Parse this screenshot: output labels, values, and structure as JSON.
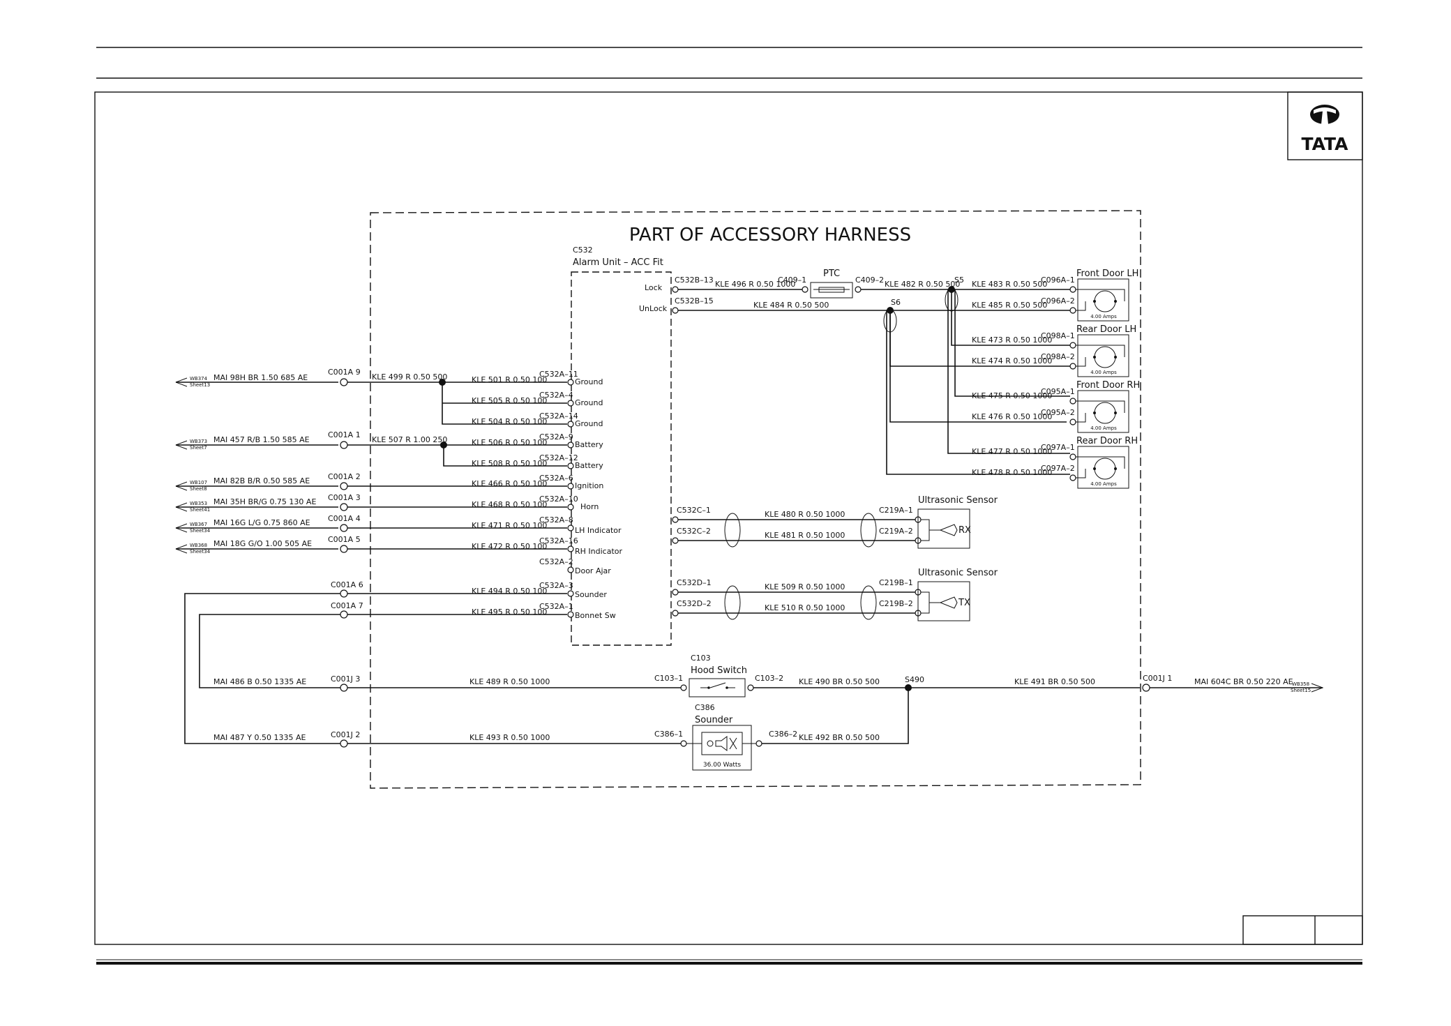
{
  "title": "PART OF ACCESSORY HARNESS",
  "logo": {
    "text": "TATA",
    "icon": "tata-logo-icon"
  },
  "alarm_unit": {
    "ref": "C532",
    "name": "Alarm Unit – ACC Fit"
  },
  "main_left_pins": [
    {
      "connector": "C001A 9",
      "wire": "MAI 98H BR 1.50 685 AE",
      "wb": "WB374",
      "sheet": "Sheet13"
    },
    {
      "connector": "C001A 1",
      "wire": "MAI 457 R/B 1.50 585 AE",
      "wb": "WB373",
      "sheet": "Sheet7"
    },
    {
      "connector": "C001A 2",
      "wire": "MAI 82B B/R 0.50 585 AE",
      "wb": "WB107",
      "sheet": "Sheet8"
    },
    {
      "connector": "C001A 3",
      "wire": "MAI 35H BR/G 0.75 130 AE",
      "wb": "WB353",
      "sheet": "Sheet41"
    },
    {
      "connector": "C001A 4",
      "wire": "MAI 16G L/G 0.75 860 AE",
      "wb": "WB367",
      "sheet": "Sheet34"
    },
    {
      "connector": "C001A 5",
      "wire": "MAI 18G G/O 1.00 505 AE",
      "wb": "WB368",
      "sheet": "Sheet34"
    }
  ],
  "feed_wires": {
    "ground": "KLE 499 R 0.50 500",
    "battery": "KLE 507 R 1.00 250"
  },
  "c001a_extra": [
    "C001A 6",
    "C001A 7"
  ],
  "alarm_pins": [
    {
      "wire": "KLE 501 R 0.50 100",
      "pin": "C532A–11",
      "label": "Ground"
    },
    {
      "wire": "KLE 505 R 0.50 100",
      "pin": "C532A–4",
      "label": "Ground"
    },
    {
      "wire": "KLE 504 R 0.50 100",
      "pin": "C532A–14",
      "label": "Ground"
    },
    {
      "wire": "KLE 506 R 0.50 100",
      "pin": "C532A–9",
      "label": "Battery"
    },
    {
      "wire": "KLE 508 R 0.50 100",
      "pin": "C532A–12",
      "label": "Battery"
    },
    {
      "wire": "KLE 466 R 0.50 100",
      "pin": "C532A–6",
      "label": "Ignition"
    },
    {
      "wire": "KLE 468 R 0.50 100",
      "pin": "C532A–10",
      "label": "Horn"
    },
    {
      "wire": "KLE 471 R 0.50 100",
      "pin": "C532A–8",
      "label": "LH Indicator"
    },
    {
      "wire": "KLE 472 R 0.50 100",
      "pin": "C532A–16",
      "label": "RH Indicator"
    },
    {
      "wire": "",
      "pin": "C532A–2",
      "label": "Door Ajar"
    },
    {
      "wire": "KLE 494 R 0.50 100",
      "pin": "C532A–3",
      "label": "Sounder"
    },
    {
      "wire": "KLE 495 R 0.50 100",
      "pin": "C532A–1",
      "label": "Bonnet Sw"
    }
  ],
  "lock": {
    "label": "Lock",
    "pin": "C532B–13",
    "wire": "KLE 496 R 0.50 1000"
  },
  "unlock": {
    "label": "UnLock",
    "pin": "C532B–15",
    "wire": "KLE 484 R 0.50 500"
  },
  "ptc": {
    "label": "PTC",
    "in": "C409–1",
    "out": "C409–2",
    "wire": "KLE 482 R 0.50 500"
  },
  "splices": {
    "s5": "S5",
    "s6": "S6",
    "s490": "S490"
  },
  "doors": [
    {
      "name": "Front Door LH",
      "pins": [
        "C096A–1",
        "C096A–2"
      ],
      "wires": [
        "KLE 483 R 0.50 500",
        "KLE 485 R 0.50 500"
      ],
      "rating": "4.00 Amps"
    },
    {
      "name": "Rear Door LH",
      "pins": [
        "C098A–1",
        "C098A–2"
      ],
      "wires": [
        "KLE 473 R 0.50 1000",
        "KLE 474 R 0.50 1000"
      ],
      "rating": "4.00 Amps"
    },
    {
      "name": "Front Door RH",
      "pins": [
        "C095A–1",
        "C095A–2"
      ],
      "wires": [
        "KLE 475 R 0.50 1000",
        "KLE 476 R 0.50 1000"
      ],
      "rating": "4.00 Amps"
    },
    {
      "name": "Rear Door RH",
      "pins": [
        "C097A–1",
        "C097A–2"
      ],
      "wires": [
        "KLE 477 R 0.50 1000",
        "KLE 478 R 0.50 1000"
      ],
      "rating": "4.00 Amps"
    }
  ],
  "sensors": [
    {
      "name": "Ultrasonic Sensor",
      "mark": "RX",
      "src_pins": [
        "C532C–1",
        "C532C–2"
      ],
      "wires": [
        "KLE 480 R 0.50 1000",
        "KLE 481 R 0.50 1000"
      ],
      "dst_pins": [
        "C219A–1",
        "C219A–2"
      ]
    },
    {
      "name": "Ultrasonic Sensor",
      "mark": "TX",
      "src_pins": [
        "C532D–1",
        "C532D–2"
      ],
      "wires": [
        "KLE 509 R 0.50 1000",
        "KLE 510 R 0.50 1000"
      ],
      "dst_pins": [
        "C219B–1",
        "C219B–2"
      ]
    }
  ],
  "hood_switch": {
    "ref": "C103",
    "name": "Hood Switch",
    "in": "C103–1",
    "out": "C103–2",
    "wire_in": "KLE 489 R 0.50 1000",
    "wire_out": "KLE 490 BR 0.50 500"
  },
  "sounder": {
    "ref": "C386",
    "name": "Sounder",
    "in": "C386–1",
    "out": "C386–2",
    "wire_in": "KLE 493 R 0.50 1000",
    "wire_out": "KLE 492 BR 0.50 500",
    "rating": "36.00 Watts"
  },
  "c001j": [
    {
      "connector": "C001J 3",
      "wire": "MAI 486 B 0.50 1335 AE"
    },
    {
      "connector": "C001J 2",
      "wire": "MAI 487 Y 0.50 1335 AE"
    }
  ],
  "right_exit": {
    "wire": "KLE 491 BR 0.50 500",
    "connector": "C001J 1",
    "main_wire": "MAI 604C BR 0.50 220 AE",
    "wb": "WB358",
    "sheet": "Sheet15"
  }
}
